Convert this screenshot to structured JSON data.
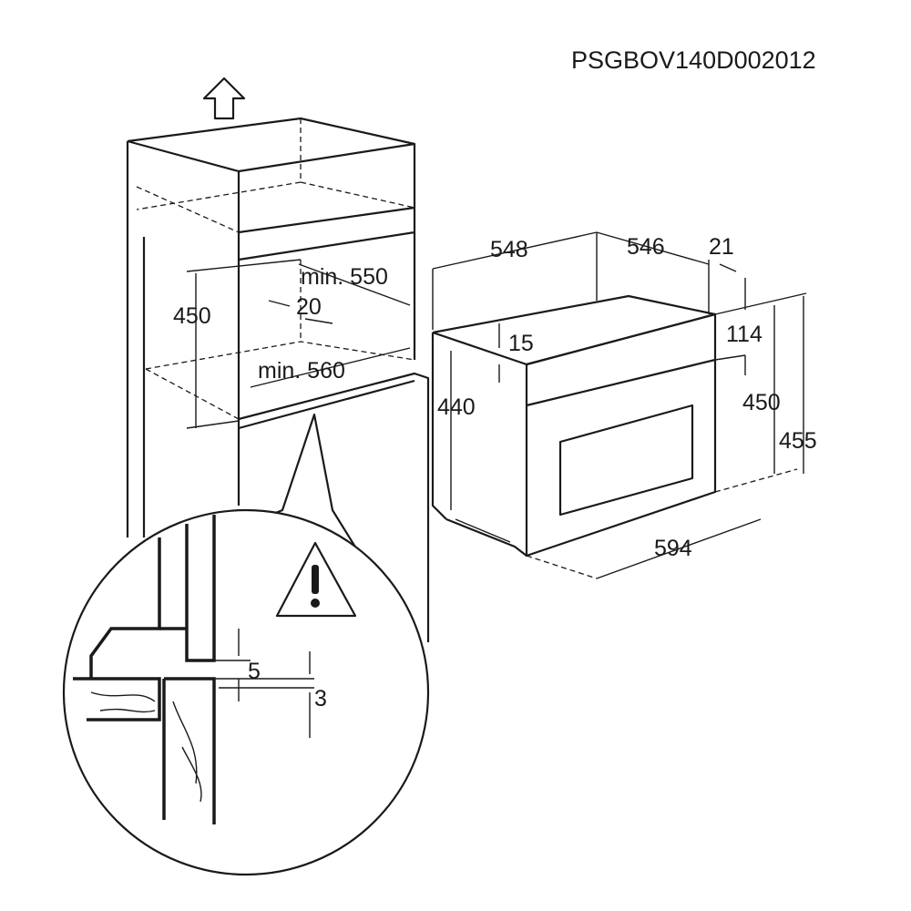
{
  "diagram_code": "PSGBOV140D002012",
  "cabinet": {
    "niche_height": "450",
    "min_depth": "min. 550",
    "gap": "20",
    "min_width": "min. 560"
  },
  "oven": {
    "depth_total": "548",
    "depth_body": "546",
    "front_thickness": "21",
    "top_offset": "15",
    "body_height": "440",
    "panel_height": "114",
    "front_height": "450",
    "overall_height": "455",
    "width": "594"
  },
  "detail": {
    "gap_top": "5",
    "gap_bottom": "3",
    "warning_icon": "warning-triangle"
  }
}
